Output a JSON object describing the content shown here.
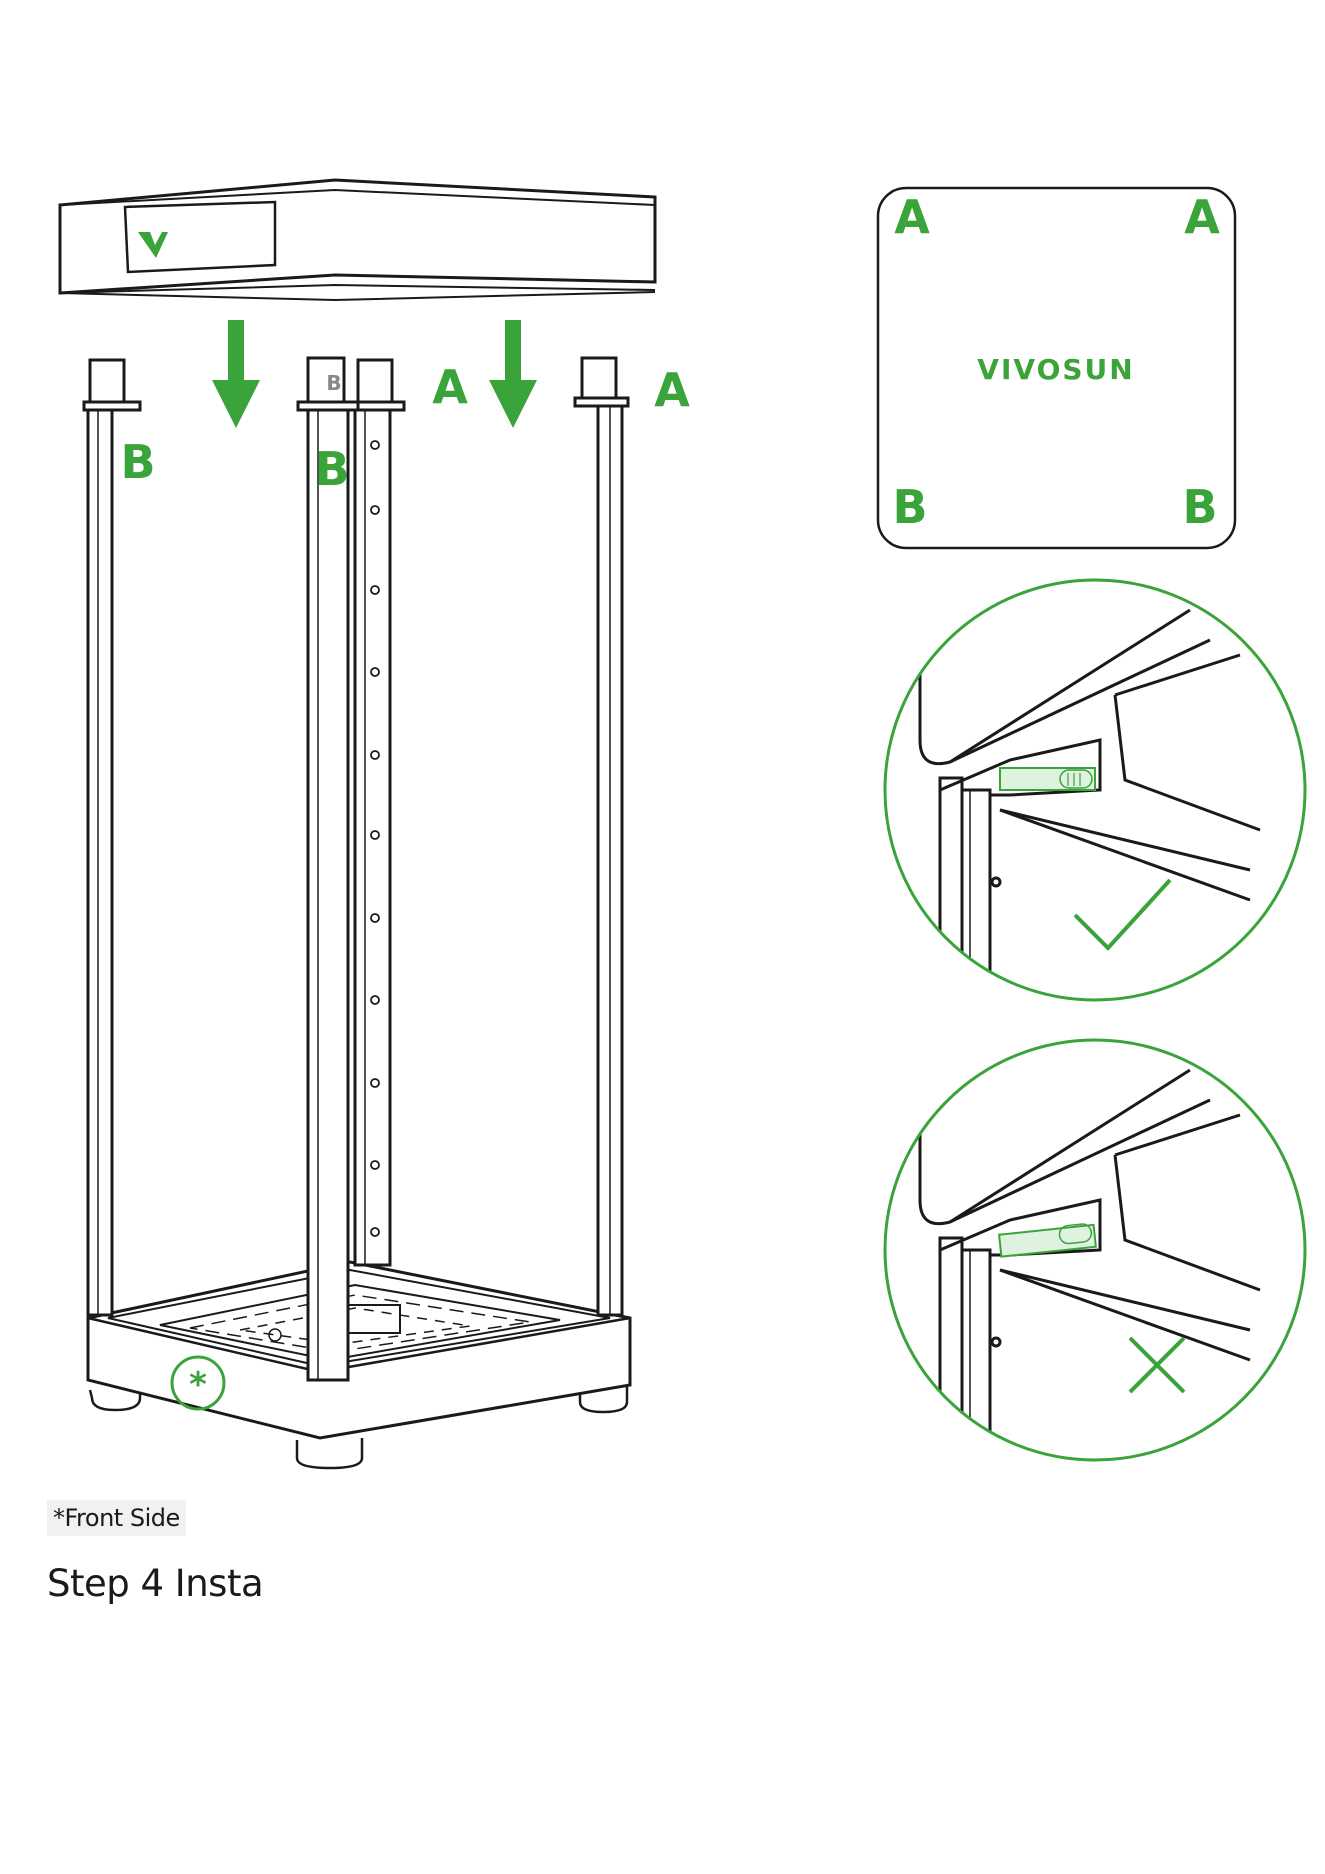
{
  "labels": {
    "post_left": "B",
    "post_front": "B",
    "post_front_cap": "B",
    "post_back_mid": "A",
    "post_back_right": "A"
  },
  "diagram": {
    "corner_top_left": "A",
    "corner_top_right": "A",
    "corner_bottom_left": "B",
    "corner_bottom_right": "B",
    "brand": "VIVOSUN"
  },
  "base_mark": "*",
  "footnote": "*Front Side",
  "step_title": "Step 4 Insta",
  "status": {
    "correct_icon": "checkmark-icon",
    "wrong_icon": "cross-icon"
  },
  "colors": {
    "accent": "#3aa33a",
    "line": "#1a1a1a"
  }
}
